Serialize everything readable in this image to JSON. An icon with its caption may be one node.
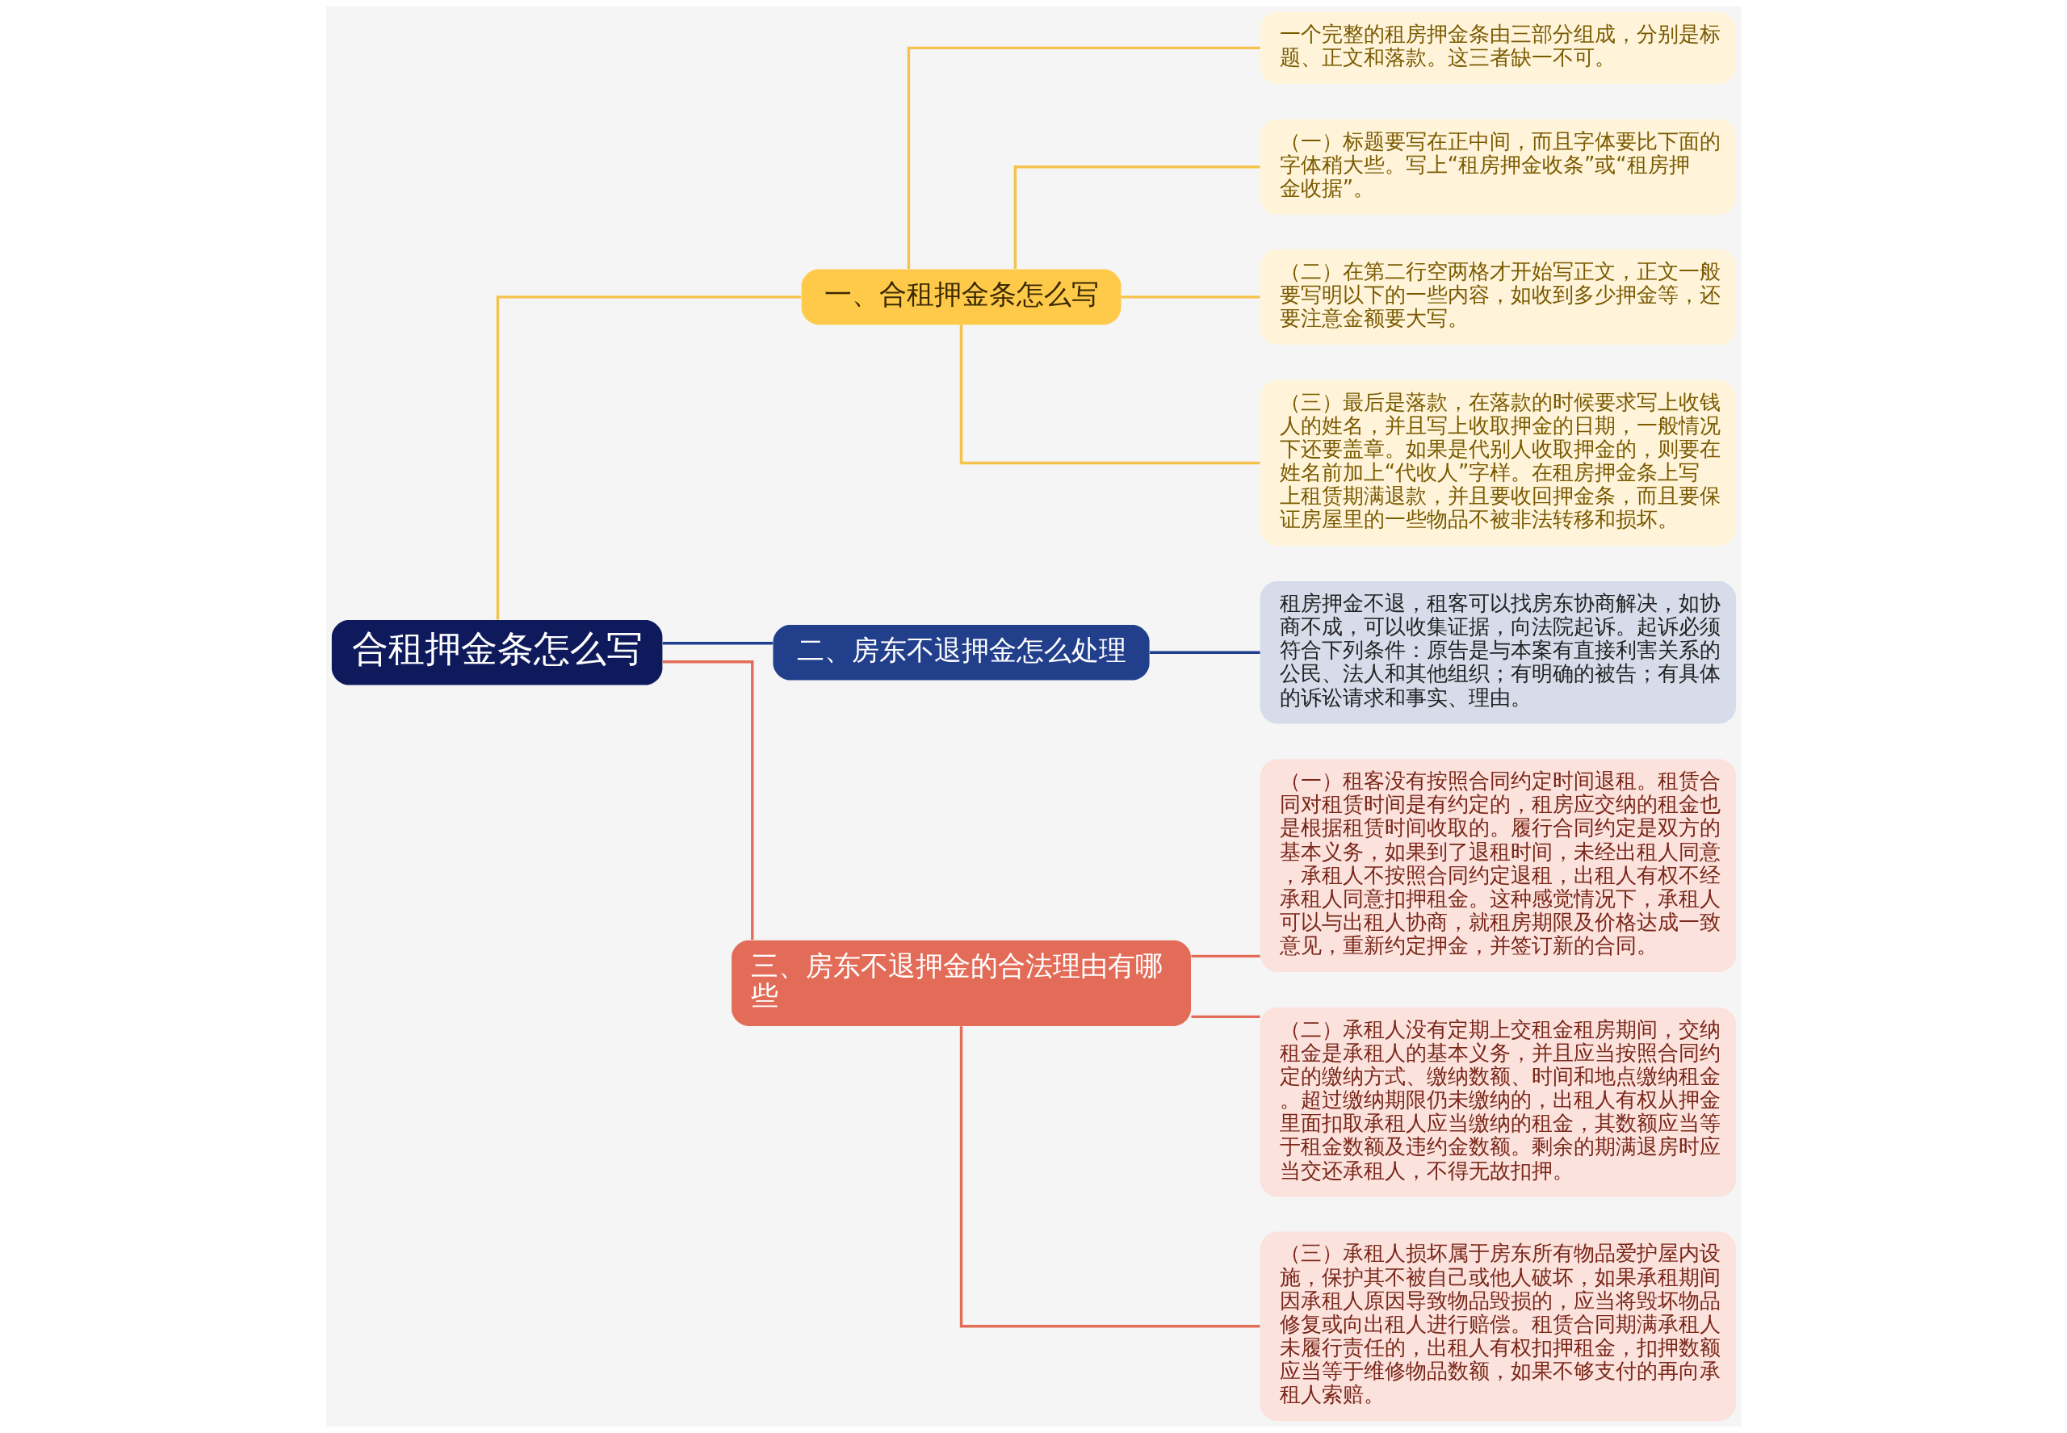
{
  "diagram": {
    "nodes": [
      {
        "text": [
          "合租押金条怎么写"
        ]
      },
      {
        "text": [
          "一、合租押金条怎么写"
        ]
      },
      {
        "text": [
          "一个完整的租房押金条由三部分组成，分别是标题、正文和落款。这三者缺一不可。"
        ]
      },
      {
        "text": [
          "（一）标题要写在正中间，而且字体要比下面的字体稍大些。写上“租房押金收条”或“租房押金收据”。"
        ]
      },
      {
        "text": [
          "（二）在第二行空两格才开始写正文，正文一般要写明以下的一些内容，如收到多少押金等，还要注意金额要大写。"
        ]
      },
      {
        "text": [
          "（三）最后是落款，在落款的时候要求写上收钱人的姓名，并且写上收取押金的日期，一般情况下还要盖章。如果是代别人收取押金的，则要在姓名前加上“代收人”字样。在租房押金条上写上租赁期满退款，并且要收回押金条，而且要保证房屋里的一些物品不被非法转移和损坏。"
        ]
      },
      {
        "text": [
          "二、房东不退押金怎么处理"
        ]
      },
      {
        "text": [
          "租房押金不退，租客可以找房东协商解决，如协商不成，可以收集证据，向法院起诉。起诉必须符合下列条件：原告是与本案有直接利害关系的公民、法人和其他组织；有明确的被告；有具体的诉讼请求和事实、理由。"
        ]
      },
      {
        "text": [
          "三、房东不退押金的合法理由有哪些"
        ]
      },
      {
        "text": [
          "（一）租客没有按照合同约定时间退租。租赁合同对租赁时间是有约定的，租房应交纳的租金也是根据租赁时间收取的。履行合同约定是双方的基本义务，如果到了退租时间，未经出租人同意，承租人不按照合同约定退租，出租人有权不经承租人同意扣押租金。这种感觉情况下，承租人可以与出租人协商，就租房期限及价格达成一致意见，重新约定押金，并签订新的合同。"
        ]
      },
      {
        "text": [
          "（二）承租人没有定期上交租金租房期间，交纳租金是承租人的基本义务，并且应当按照合同约定的缴纳方式、缴纳数额、时间和地点缴纳租金。超过缴纳期限仍未缴纳的，出租人有权从押金里面扣取承租人应当缴纳的租金，其数额应当等于租金数额及违约金数额。剩余的期满退房时应当交还承租人，不得无故扣押。"
        ]
      },
      {
        "text": [
          "（三）承租人损坏属于房东所有物品爱护屋内设施，保护其不被自己或他人破坏，如果承租期间因承租人原因导致物品毁损的，应当将毁坏物品修复或向出租人进行赔偿。租赁合同期满承租人未履行责任的，出租人有权扣押租金，扣押数额应当等于维修物品数额，如果不够支付的再向承租人索赔。"
        ]
      }
    ],
    "edges": [
      {
        "from": 0,
        "to": 1,
        "arrow": "none",
        "color": "#f5c24c"
      },
      {
        "from": 1,
        "to": 2,
        "arrow": "none",
        "color": "#f5c24c"
      },
      {
        "from": 1,
        "to": 3,
        "arrow": "none",
        "color": "#f5c24c"
      },
      {
        "from": 1,
        "to": 4,
        "arrow": "none",
        "color": "#f5c24c"
      },
      {
        "from": 1,
        "to": 5,
        "arrow": "none",
        "color": "#f5c24c"
      },
      {
        "from": 0,
        "to": 6,
        "arrow": "none",
        "color": "#1f3f8f"
      },
      {
        "from": 6,
        "to": 7,
        "arrow": "none",
        "color": "#1f3f8f"
      },
      {
        "from": 0,
        "to": 8,
        "arrow": "none",
        "color": "#e36c58"
      },
      {
        "from": 8,
        "to": 9,
        "arrow": "none",
        "color": "#e36c58"
      },
      {
        "from": 8,
        "to": 10,
        "arrow": "none",
        "color": "#e36c58"
      },
      {
        "from": 8,
        "to": 11,
        "arrow": "none",
        "color": "#e36c58"
      }
    ]
  }
}
